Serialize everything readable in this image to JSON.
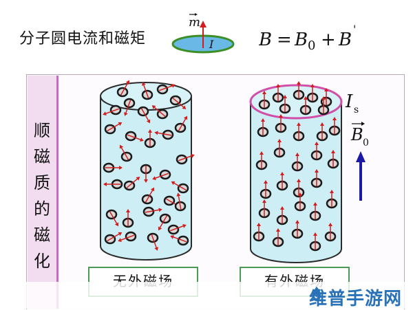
{
  "header": {
    "title": "分子圆电流和磁矩",
    "moment_symbol": "m",
    "current_symbol": "I",
    "formula": {
      "lhs": "B",
      "rhs_first": "B",
      "rhs_first_sub": "0",
      "rhs_second": "B",
      "prime": "'"
    }
  },
  "side_label": [
    "顺",
    "磁",
    "质",
    "的",
    "磁",
    "化"
  ],
  "cylinders": [
    {
      "label": "无外磁场",
      "field": false
    },
    {
      "label": "有外磁场",
      "field": true
    }
  ],
  "labels": {
    "surface_current": "I",
    "surface_current_sub": "s",
    "external_field": "B",
    "external_field_sub": "0"
  },
  "watermark": {
    "text": "维普手游网"
  },
  "colors": {
    "cylinder_fill": "#cdeef5",
    "outline": "#2b2b2b",
    "arrow": "#d11d1d",
    "surface_current_ring": "#d14fa8",
    "field_arrow": "#1a1aa6",
    "ellipse_fill": "#69b8e6",
    "ellipse_ring": "#3b8f25",
    "case_box_border": "#4a9a55",
    "side_bar": "#f2dcef",
    "watermark": "#2a72b8"
  }
}
